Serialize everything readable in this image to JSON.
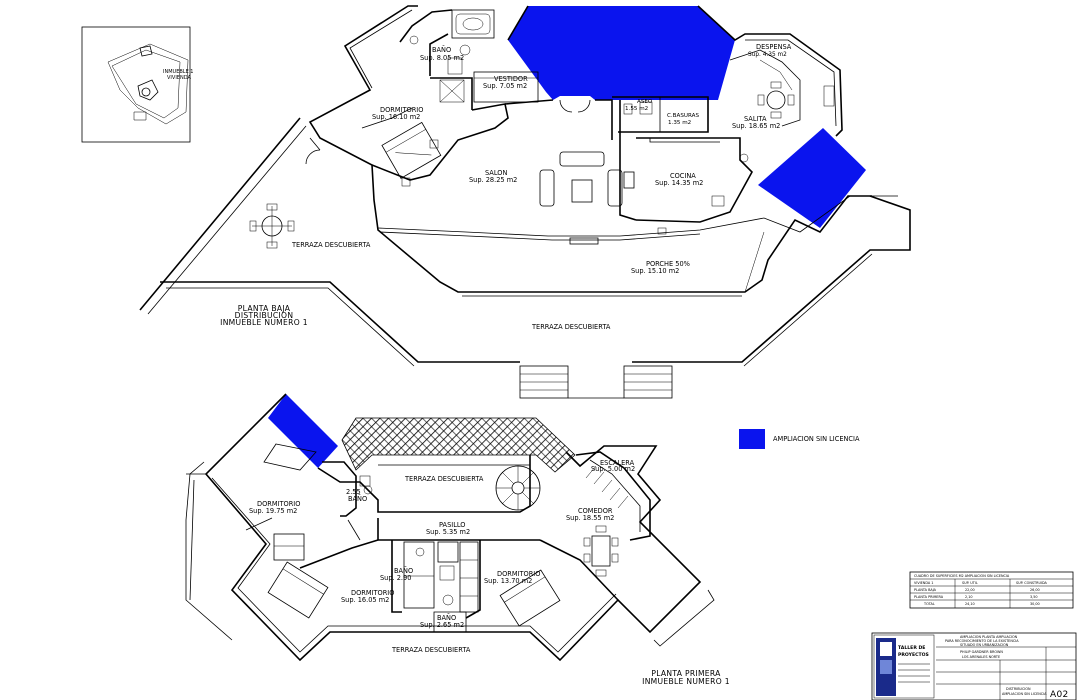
{
  "ground_floor": {
    "title_lines": [
      "PLANTA BAJA",
      "DISTRIBUCION",
      "INMUEBLE NUMERO 1"
    ],
    "rooms": [
      {
        "id": "bano",
        "name": "BAÑO",
        "area": "Sup. 8.05   m2"
      },
      {
        "id": "vestidor",
        "name": "VESTIDOR",
        "area": "Sup. 7.05   m2"
      },
      {
        "id": "dormitorio",
        "name": "DORMITORIO",
        "area": "Sup. 16.10   m2"
      },
      {
        "id": "aseo",
        "name": "ASEO",
        "area": "1.55   m2"
      },
      {
        "id": "cbasuras",
        "name": "C.BASURAS",
        "area": "1.35   m2"
      },
      {
        "id": "despensa",
        "name": "DESPENSA",
        "area": "Sup. 4.35   m2"
      },
      {
        "id": "salita",
        "name": "SALITA",
        "area": "Sup. 18.65   m2"
      },
      {
        "id": "salon",
        "name": "SALON",
        "area": "Sup. 28.25   m2"
      },
      {
        "id": "cocina",
        "name": "COCINA",
        "area": "Sup. 14.35   m2"
      },
      {
        "id": "terraza1",
        "name": "TERRAZA DESCUBIERTA",
        "area": ""
      },
      {
        "id": "porche",
        "name": "PORCHE 50%",
        "area": "Sup. 15.10   m2"
      },
      {
        "id": "terraza2",
        "name": "TERRAZA DESCUBIERTA",
        "area": ""
      }
    ]
  },
  "first_floor": {
    "title_lines": [
      "PLANTA PRIMERA",
      "INMUEBLE NUMERO 1"
    ],
    "rooms": [
      {
        "id": "terraza3",
        "name": "TERRAZA DESCUBIERTA",
        "area": ""
      },
      {
        "id": "escalera",
        "name": "ESCALERA",
        "area": "Sup. 5.00   m2"
      },
      {
        "id": "bano_small",
        "name": "BAÑO",
        "area": "2.55"
      },
      {
        "id": "dormitorio_a",
        "name": "DORMITORIO",
        "area": "Sup. 19.75   m2"
      },
      {
        "id": "pasillo",
        "name": "PASILLO",
        "area": "Sup. 5.35   m2"
      },
      {
        "id": "comedor",
        "name": "COMEDOR",
        "area": "Sup. 18.55   m2"
      },
      {
        "id": "bano_b",
        "name": "BAÑO",
        "area": "Sup. 2.90"
      },
      {
        "id": "dormitorio_b",
        "name": "DORMITORIO",
        "area": "Sup. 16.05   m2"
      },
      {
        "id": "dormitorio_c",
        "name": "DORMITORIO",
        "area": "Sup. 13.70   m2"
      },
      {
        "id": "bano_c",
        "name": "BAÑO",
        "area": "Sup. 2.65   m2"
      },
      {
        "id": "terraza4",
        "name": "TERRAZA DESCUBIERTA",
        "area": ""
      }
    ]
  },
  "location_map": {
    "line1": "INMUEBLE 1",
    "line2": "VIVIENDA"
  },
  "legend": {
    "label": "AMPLIACION SIN LICENCIA",
    "color": "#0a14ee"
  },
  "surface_table": {
    "title": "CUADRO DE SUPERFICIES  M2 AMPLIACION SIN LICENCIA",
    "headers": [
      "VIVIENDA 1",
      "SUP. UTIL",
      "SUP. CONSTRUIDA"
    ],
    "rows": [
      [
        "PLANTA BAJA",
        "22,00",
        "26,00"
      ],
      [
        "PLANTA PRIMERA",
        "2,10",
        "3,50"
      ],
      [
        "TOTAL",
        "24,10",
        "30,00"
      ]
    ]
  },
  "title_block": {
    "logo_top": "TALLER DE",
    "logo_bottom": "PROYECTOS",
    "project_line1": "AMPLIACION PLANTA AMPLIACION",
    "project_line2": "PARA RECONOCIMIENTO DE LA EXISTENCIA",
    "project_line3": "SITUADO EN URBANIZACION",
    "owner": "PHILIP GARDNER BROWN",
    "owner2": "LOS ARENALES NORTE",
    "plan_line1": "DISTRIBUCION",
    "plan_line2": "AMPLIACION SIN LICENCIA",
    "sheet": "A02"
  }
}
